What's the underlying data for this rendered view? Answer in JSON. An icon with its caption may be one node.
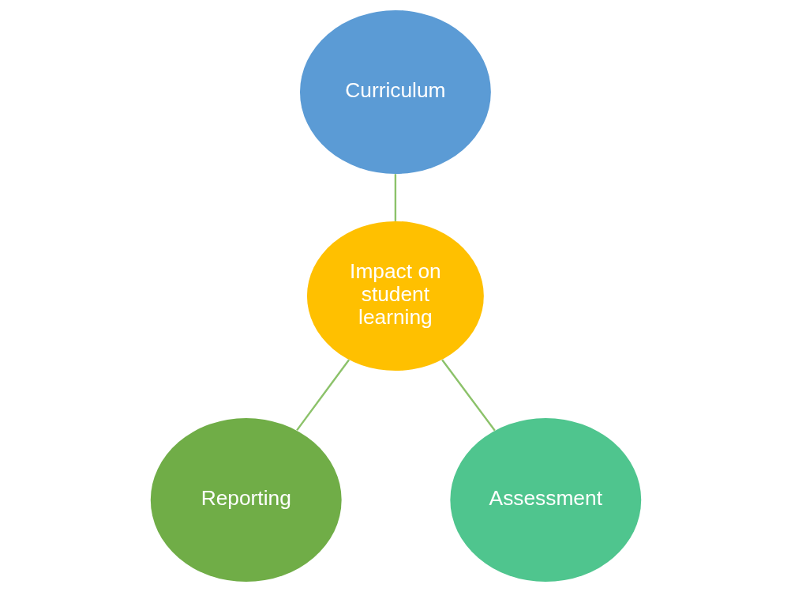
{
  "diagram": {
    "nodes": [
      {
        "text": [
          "Curriculum"
        ]
      },
      {
        "text": [
          "Impact on student learning"
        ]
      },
      {
        "text": [
          "Reporting"
        ]
      },
      {
        "text": [
          "Assessment"
        ]
      }
    ],
    "edges": [
      {
        "from": 0,
        "to": 1,
        "arrow": "none"
      },
      {
        "from": 1,
        "to": 2,
        "arrow": "none"
      },
      {
        "from": 1,
        "to": 3,
        "arrow": "none"
      }
    ]
  }
}
